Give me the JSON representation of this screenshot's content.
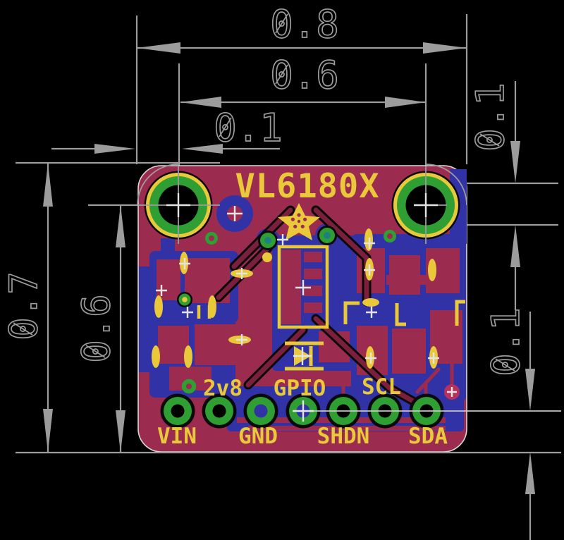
{
  "drawing": {
    "description": "PCB fabrication dimension drawing of VL6180X breakout board",
    "background_color": "#000000",
    "dimension_color": "#9C9C9C",
    "dimensions": {
      "board_width": "0.8",
      "hole_spacing": "0.6",
      "hole_edge_offset": "0.1",
      "board_height": "0.7",
      "hole_to_bottom_edge": "0.6",
      "hole_diameter": "0.1",
      "pin_row_to_edge": "0.1"
    }
  },
  "board": {
    "title": "VL6180X",
    "labels_above_pins": [
      "2v8",
      "GPIO",
      "SCL"
    ],
    "labels_below_pins": [
      "VIN",
      "GND",
      "SHDN",
      "SDA"
    ],
    "colors": {
      "substrate": "#9C2B50",
      "ground_plane_blue": "#3032A6",
      "silkscreen_yellow": "#E9C83A",
      "pad_green": "#2F9E33",
      "trace_dark_red": "#7C1F3C",
      "outline_white": "#D8D8D8"
    }
  }
}
